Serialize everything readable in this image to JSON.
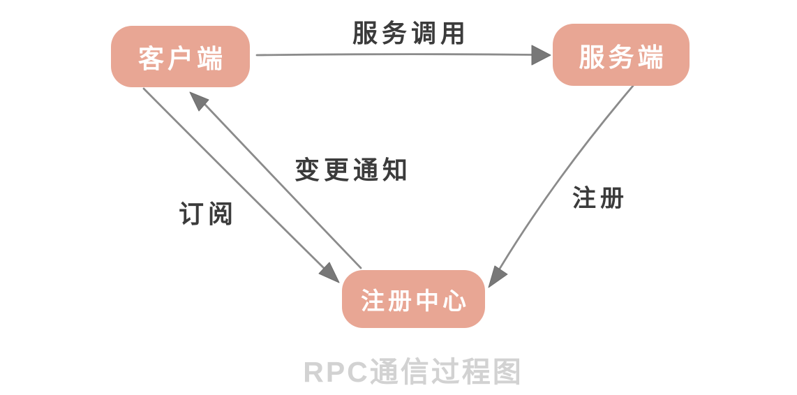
{
  "diagram": {
    "title": "RPC通信过程图",
    "nodes": [
      {
        "id": "client",
        "label": "客户端"
      },
      {
        "id": "server",
        "label": "服务端"
      },
      {
        "id": "registry",
        "label": "注册中心"
      }
    ],
    "edges": [
      {
        "id": "service-call",
        "from": "客户端",
        "to": "服务端",
        "label": "服务调用",
        "direction": "left-to-right"
      },
      {
        "id": "register",
        "from": "服务端",
        "to": "注册中心",
        "label": "注册",
        "direction": "down-left"
      },
      {
        "id": "subscribe",
        "from": "客户端",
        "to": "注册中心",
        "label": "订阅",
        "direction": "down-right"
      },
      {
        "id": "change-notify",
        "from": "注册中心",
        "to": "客户端",
        "label": "变更通知",
        "direction": "up-left"
      }
    ],
    "colors": {
      "node_fill": "#E8A694",
      "node_text": "#FFFFFF",
      "edge_line": "#8B8B8B",
      "arrowhead": "#787878",
      "edge_label": "#3B3B3B",
      "title": "#D2D2D2"
    }
  }
}
